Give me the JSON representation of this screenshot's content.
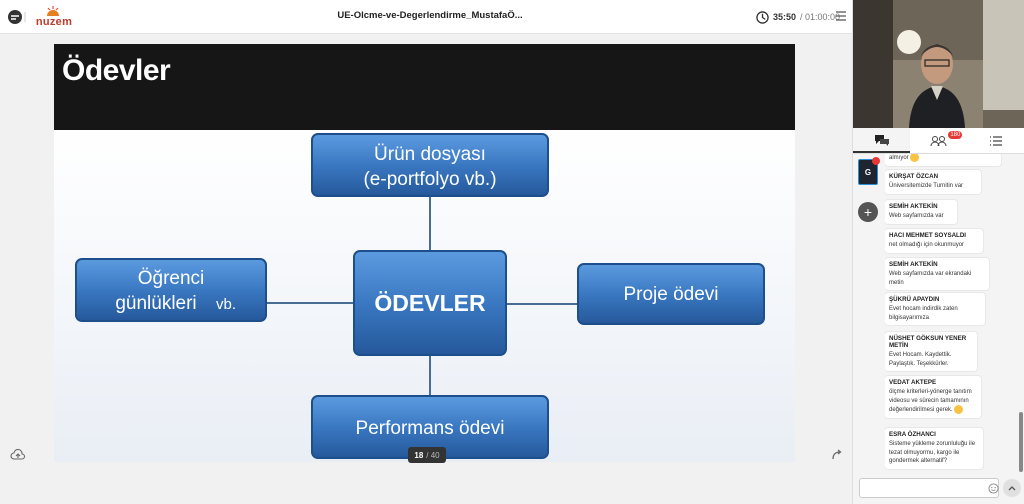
{
  "header": {
    "brand": "nuzem",
    "title": "UE-Olcme-ve-Degerlendirme_MustafaÖ...",
    "timer_current": "35:50",
    "timer_total": "/ 01:00:00"
  },
  "slide": {
    "title": "Ödevler",
    "center": "ÖDEVLER",
    "top_line1": "Ürün dosyası",
    "top_line2": "(e-portfolyo vb.)",
    "left_line1": "Öğrenci",
    "left_line2": "günlükleri",
    "left_suffix": "vb.",
    "right": "Proje ödevi",
    "bottom": "Performans ödevi"
  },
  "pager": {
    "current": "18",
    "total": "/ 40"
  },
  "panel": {
    "participants_badge": "180",
    "rail_initial": "G",
    "messages": [
      {
        "name": "",
        "text": "almıyor"
      },
      {
        "name": "KÜRŞAT ÖZCAN",
        "text": "Üniversitemizde Turnitin var"
      },
      {
        "name": "SEMİH AKTEKİN",
        "text": "Web sayfamızda var"
      },
      {
        "name": "HACI MEHMET SOYSALDI",
        "text": "net olmadığı için okunmuyor"
      },
      {
        "name": "SEMİH AKTEKİN",
        "text": "Web sayfamızda var ekrandaki metin"
      },
      {
        "name": "ŞÜKRÜ APAYDIN",
        "text": "Evet hocam indirdik zaten bilgisayarımıza"
      },
      {
        "name": "NÜSHET GÖKSUN YENER METİN",
        "text": "Evet Hocam. Kaydettik. Paylaştık. Teşekkürler."
      },
      {
        "name": "VEDAT AKTEPE",
        "text": "ölçme kriterleri-yönerge tanıtım videosu ve sürecin tamamının değerlendirilmesi gerek."
      },
      {
        "name": "ESRA ÖZHANCI",
        "text": "Sisteme yükleme zorunluluğu ile tezat olmuyormu, kargo ile gondermek alternatif?"
      }
    ]
  },
  "colors": {
    "node_fill": "#3a78c2",
    "node_stroke": "#1d4f8c",
    "accent_red": "#c0392b",
    "header_dark": "#161616"
  }
}
